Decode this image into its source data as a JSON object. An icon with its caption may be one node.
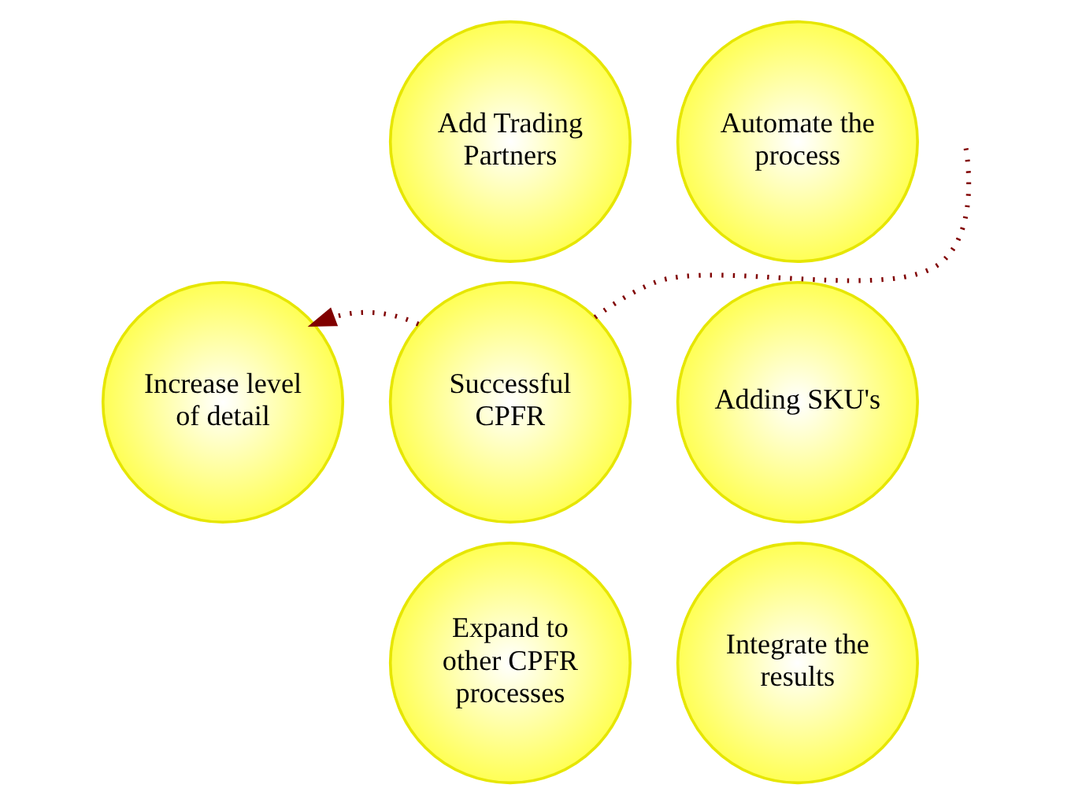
{
  "diagram": {
    "nodes": [
      {
        "text": [
          "Add Trading Partners"
        ]
      },
      {
        "text": [
          "Automate the process"
        ]
      },
      {
        "text": [
          "Increase level of detail"
        ]
      },
      {
        "text": [
          "Successful CPFR"
        ]
      },
      {
        "text": [
          "Adding SKU's"
        ]
      },
      {
        "text": [
          "Expand to other CPFR processes"
        ]
      },
      {
        "text": [
          "Integrate the results"
        ]
      }
    ],
    "edges": [
      {
        "from": 3,
        "to": 2,
        "arrow": "to",
        "style": "dashed",
        "color": "#800000"
      },
      {
        "from": 3,
        "to": null,
        "arrow": "none",
        "style": "dashed",
        "color": "#800000"
      }
    ]
  }
}
